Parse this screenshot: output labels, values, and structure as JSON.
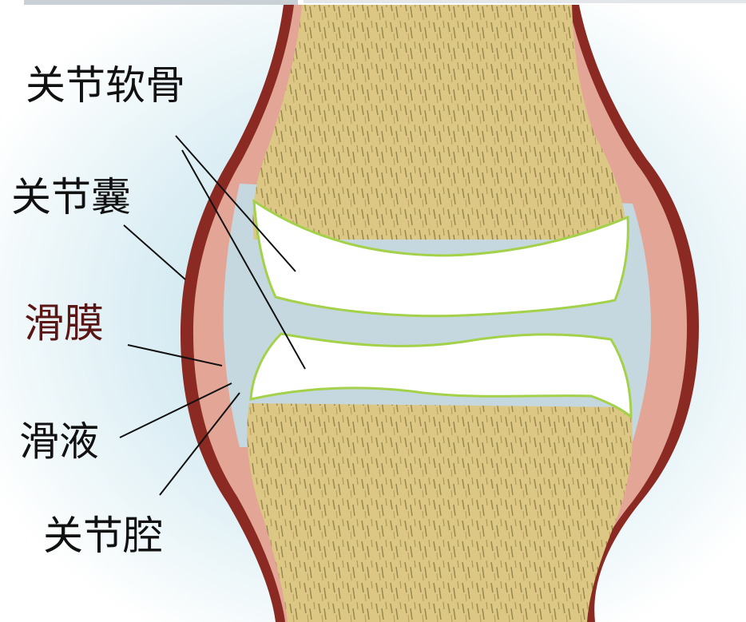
{
  "colors": {
    "label_text": "#111111",
    "synovium_label": "#5a1515",
    "capsule": "#8b2a22",
    "synovium_tissue": "#e3a596",
    "synovial_fluid": "#c6d8df",
    "cartilage_fill": "#ffffff",
    "cartilage_outline": "#a4d14a",
    "bone": "#dcc784",
    "bone_dark": "#5a4e22",
    "background_glow": "#cfe6ee"
  },
  "labels": {
    "articular_cartilage": "关节软骨",
    "joint_capsule": "关节囊",
    "synovium": "滑膜",
    "synovial_fluid": "滑液",
    "joint_cavity": "关节腔"
  }
}
